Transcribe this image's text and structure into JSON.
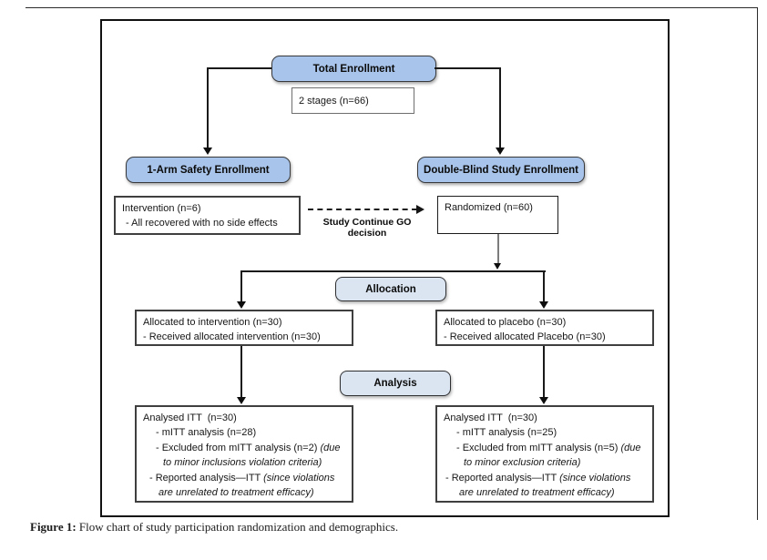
{
  "figure": {
    "caption_label": "Figure 1:",
    "caption_text": " Flow chart of study participation randomization and demographics."
  },
  "colors": {
    "header_box_fill": "#a8c4ea",
    "stage_box_fill": "#dbe5f2",
    "box_border_dark": "#3f3f3f",
    "frame_border": "#111111",
    "connector": "#1a1a1a"
  },
  "flowchart": {
    "total_enrollment": "Total Enrollment",
    "stages": "2 stages (n=66)",
    "one_arm": "1-Arm Safety Enrollment",
    "double_blind": "Double-Blind Study Enrollment",
    "intervention": {
      "line1": "Intervention (n=6)",
      "line2": "- All recovered with no side effects"
    },
    "go_decision": "Study Continue GO decision",
    "randomized": "Randomized (n=60)",
    "allocation": "Allocation",
    "allocated_intervention": {
      "line1": "Allocated to intervention (n=30)",
      "line2": "- Received allocated intervention (n=30)"
    },
    "allocated_placebo": {
      "line1": "Allocated to placebo (n=30)",
      "line2": "- Received allocated Placebo (n=30)"
    },
    "analysis": "Analysis",
    "analysed_intervention": {
      "title": "Analysed ITT  (n=30)",
      "l2": "- mITT analysis (n=28)",
      "l3a": "- Excluded from mITT analysis (n=2) ",
      "l3b": "(due",
      "l4": "to minor inclusions violation criteria)",
      "l5a": "- Reported analysis—ITT ",
      "l5b": "(since violations",
      "l6": "are unrelated to treatment efficacy)"
    },
    "analysed_placebo": {
      "title": "Analysed ITT  (n=30)",
      "l2": "- mITT analysis (n=25)",
      "l3a": "- Excluded from mITT analysis (n=5) ",
      "l3b": "(due",
      "l4": "to minor exclusion criteria)",
      "l5a": "- Reported analysis—ITT ",
      "l5b": "(since violations",
      "l6": "are unrelated to treatment efficacy)"
    }
  }
}
